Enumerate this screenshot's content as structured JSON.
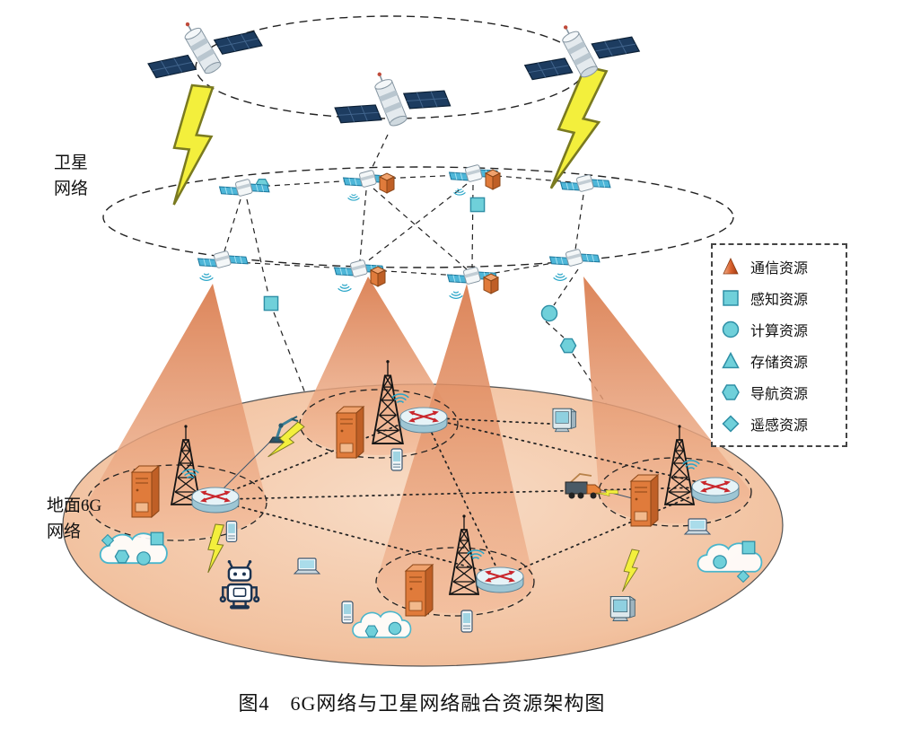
{
  "figure": {
    "caption": "图4　6G网络与卫星网络融合资源架构图"
  },
  "labels": {
    "satellite_network": {
      "line1": "卫星",
      "line2": "网络"
    },
    "ground_network": {
      "line1": "地面6G",
      "line2": "网络"
    }
  },
  "legend": {
    "items": [
      {
        "id": "communication",
        "label": "通信资源",
        "shape": "cone-triangle"
      },
      {
        "id": "sensing",
        "label": "感知资源",
        "shape": "square"
      },
      {
        "id": "computing",
        "label": "计算资源",
        "shape": "circle"
      },
      {
        "id": "storage",
        "label": "存储资源",
        "shape": "triangle"
      },
      {
        "id": "navigation",
        "label": "导航资源",
        "shape": "hexagon"
      },
      {
        "id": "remote_sensing",
        "label": "遥感资源",
        "shape": "diamond"
      }
    ]
  },
  "colors": {
    "resource_cyan": "#6fd0da",
    "resource_cyan_border": "#2e8fa6",
    "beam_orange": "#d97a4b",
    "ground_fill": "#f2c2a0",
    "solar_panel_navy": "#1d3c60",
    "server_orange": "#e07b3b",
    "lightning_yellow": "#f3ef3c",
    "router_arrow_red": "#c9262c"
  }
}
